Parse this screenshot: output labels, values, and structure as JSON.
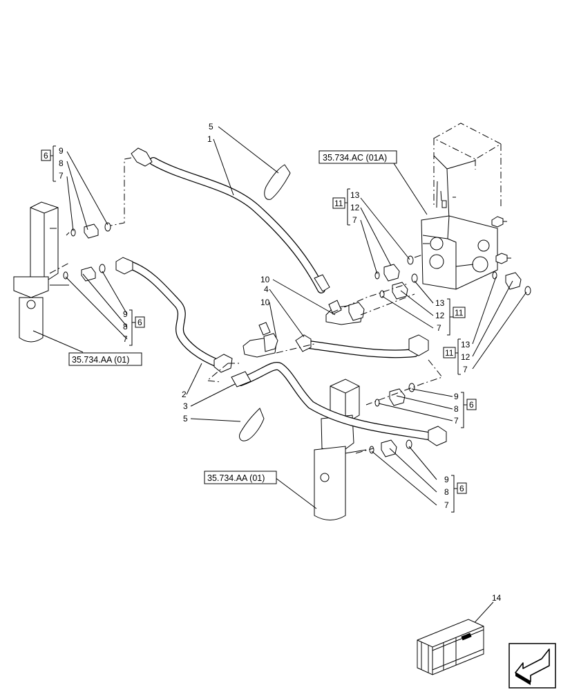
{
  "references": {
    "valve_block": "35.734.AC (01A)",
    "cylinder_left": "35.734.AA (01)",
    "cylinder_bottom": "35.734.AA (01)"
  },
  "callouts": {
    "n1": "1",
    "n2": "2",
    "n3": "3",
    "n4": "4",
    "n5_top": "5",
    "n5_bottom": "5",
    "n10_a": "10",
    "n10_b": "10",
    "n14": "14"
  },
  "groups": {
    "g_tl": {
      "box": "6",
      "items": [
        "9",
        "8",
        "7"
      ]
    },
    "g_ml": {
      "box": "6",
      "items": [
        "9",
        "8",
        "7"
      ]
    },
    "g_vt": {
      "box": "11",
      "items": [
        "13",
        "12",
        "7"
      ]
    },
    "g_vm": {
      "box": "11",
      "items": [
        "13",
        "12",
        "7"
      ]
    },
    "g_vr": {
      "box": "11",
      "items": [
        "13",
        "12",
        "7"
      ]
    },
    "g_r1": {
      "box": "6",
      "items": [
        "9",
        "8",
        "7"
      ]
    },
    "g_r2": {
      "box": "6",
      "items": [
        "9",
        "8",
        "7"
      ]
    }
  },
  "icons": {
    "nav": "arrow-down-left-icon",
    "kit": "shipping-crate-icon"
  }
}
